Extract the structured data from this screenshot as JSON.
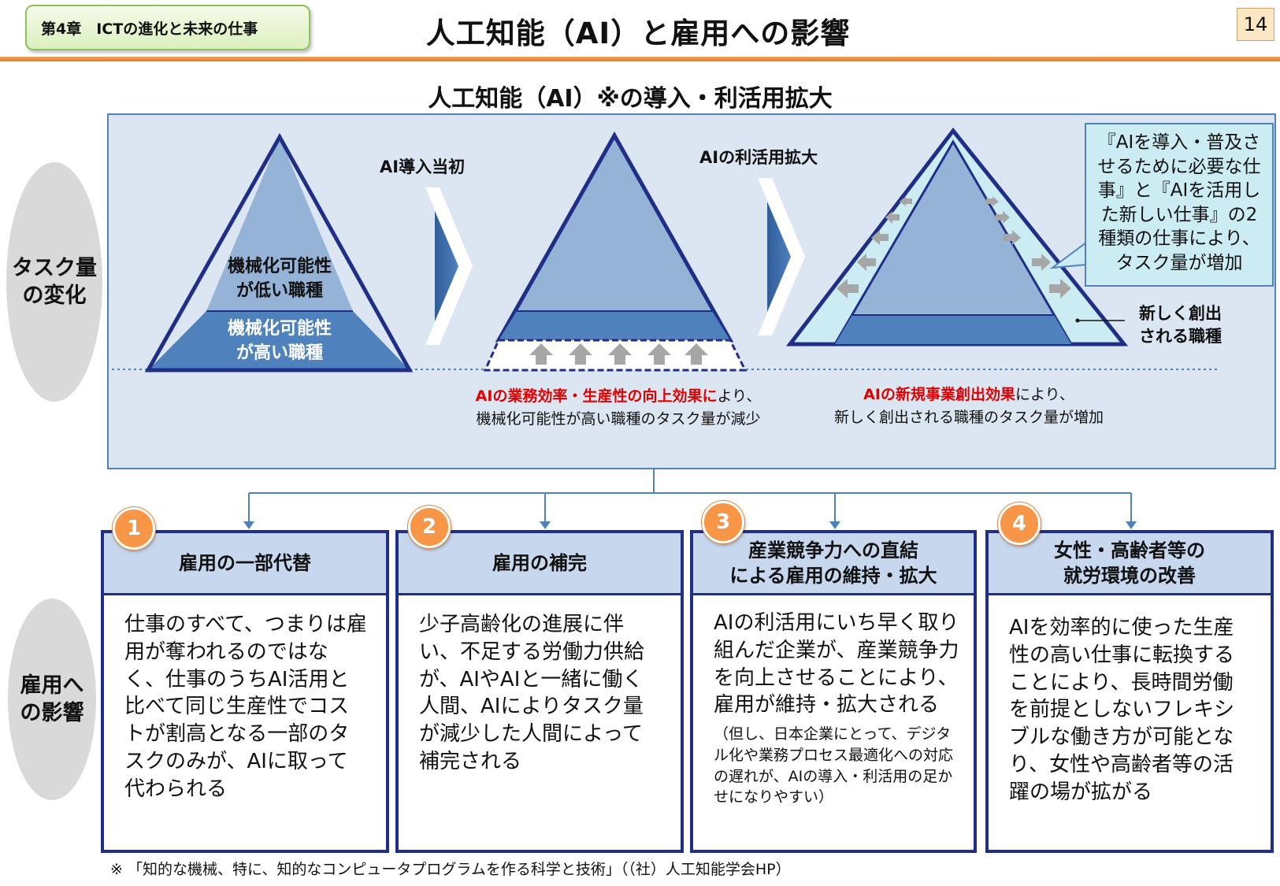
{
  "header": {
    "chapter": "第4章　ICTの進化と未来の仕事",
    "title": "人工知能（AI）と雇用への影響",
    "page_number": "14"
  },
  "task_section": {
    "title": "人工知能（AI）※の導入・利活用拡大",
    "side_label": "タスク量\nの変化",
    "stage1_label": "AI導入当初",
    "stage2_label": "AIの利活用拡大",
    "pyramid1_top_label": "機械化可能性\nが低い職種",
    "pyramid1_bottom_label": "機械化可能性\nが高い職種",
    "caption1_highlight": "AIの業務効率・生産性の向上効果に",
    "caption1_rest": "より、",
    "caption1_line2": "機械化可能性が高い職種のタスク量が減少",
    "caption2_highlight": "AIの新規事業創出効果",
    "caption2_rest": "により、",
    "caption2_line2": "新しく創出される職種のタスク量が増加",
    "callout": "『AIを導入・普及させるために必要な仕事』と『AIを活用した新しい仕事』の2種類の仕事により、タスク量が増加",
    "new_jobs_label": "新しく創出\nされる職種"
  },
  "impact_section": {
    "side_label": "雇用へ\nの影響",
    "cards": [
      {
        "number": "1",
        "title": "雇用の一部代替",
        "body": "仕事のすべて、つまりは雇用が奪われるのではなく、仕事のうちAI活用と比べて同じ生産性でコストが割高となる一部のタスクのみが、AIに取って代わられる",
        "note": ""
      },
      {
        "number": "2",
        "title": "雇用の補完",
        "body": "少子高齢化の進展に伴い、不足する労働力供給が、AIやAIと一緒に働く人間、AIによりタスク量が減少した人間によって補完される",
        "note": ""
      },
      {
        "number": "3",
        "title": "産業競争力への直結\nによる雇用の維持・拡大",
        "body": "AIの利活用にいち早く取り組んだ企業が、産業競争力を向上させることにより、雇用が維持・拡大される",
        "note": "（但し、日本企業にとって、デジタル化や業務プロセス最適化への対応の遅れが、AIの導入・利活用の足かせになりやすい）"
      },
      {
        "number": "4",
        "title": "女性・高齢者等の\n就労環境の改善",
        "body": "AIを効率的に使った生産性の高い仕事に転換することにより、長時間労働を前提としないフレキシブルな働き方が可能となり、女性や高齢者等の活躍の場が拡がる",
        "note": ""
      }
    ]
  },
  "footnote": "※ 「知的な機械、特に、知的なコンピュータプログラムを作る科学と技術」（（社）人工知能学会HP）",
  "colors": {
    "panel_bg": "#dce6f2",
    "pyramid_light": "#95b3d7",
    "pyramid_dark": "#4f81bd",
    "outline": "#1f2e87",
    "badge": "#f79646",
    "highlight_red": "#e00000"
  }
}
